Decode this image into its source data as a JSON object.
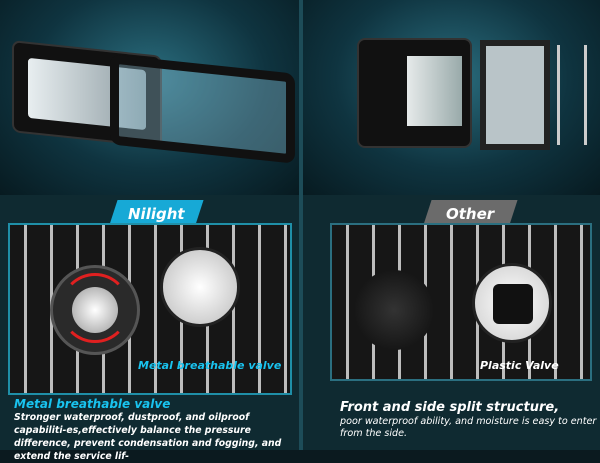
{
  "labels": {
    "nilight": "Nilight",
    "other": "Other"
  },
  "left": {
    "callout": "Metal breathable valve",
    "heading": "Metal breathable valve",
    "body": "Stronger waterproof, dustproof, and oilproof capabiliti-es,effectively balance the pressure difference, prevent condensation and fogging, and extend the service lif-"
  },
  "right": {
    "callout": "Plastic Valve",
    "heading": "Front and side split structure,",
    "body": "poor waterproof ability, and moisture is easy to enter from the side."
  },
  "colors": {
    "accent": "#17a9d6",
    "other": "#6b6b6b",
    "background": "#0f2a31"
  }
}
